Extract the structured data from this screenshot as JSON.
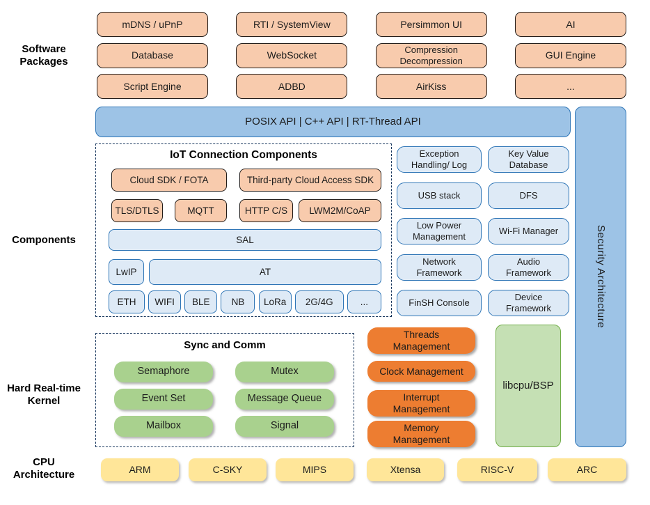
{
  "side_labels": {
    "software_packages": "Software Packages",
    "components": "Components",
    "kernel": "Hard Real-time Kernel",
    "cpu": "CPU Architecture"
  },
  "software_packages": {
    "items": [
      "mDNS / uPnP",
      "RTI / SystemView",
      "Persimmon UI",
      "AI",
      "Database",
      "WebSocket",
      "Compression\nDecompression",
      "GUI Engine",
      "Script Engine",
      "ADBD",
      "AirKiss",
      "..."
    ]
  },
  "api_bar": {
    "label": "POSIX API  |  C++ API  |  RT-Thread API"
  },
  "security_bar": {
    "label": "Security Architecture"
  },
  "iot": {
    "title": "IoT Connection Components",
    "sdk_row": [
      "Cloud SDK / FOTA",
      "Third-party Cloud Access SDK"
    ],
    "proto_row": [
      "TLS/DTLS",
      "MQTT",
      "HTTP C/S",
      "LWM2M/CoAP"
    ],
    "sal": "SAL",
    "lwip": "LwIP",
    "at": "AT",
    "links": [
      "ETH",
      "WIFI",
      "BLE",
      "NB",
      "LoRa",
      "2G/4G",
      "..."
    ]
  },
  "components_grid": {
    "items": [
      "Exception\nHandling/ Log",
      "Key Value\nDatabase",
      "USB stack",
      "DFS",
      "Low Power\nManagement",
      "Wi-Fi Manager",
      "Network\nFramework",
      "Audio\nFramework",
      "FinSH Console",
      "Device\nFramework"
    ]
  },
  "sync_comm": {
    "title": "Sync and Comm",
    "items": [
      "Semaphore",
      "Mutex",
      "Event Set",
      "Message Queue",
      "Mailbox",
      "Signal"
    ]
  },
  "kernel_mgmt": {
    "items": [
      "Threads\nManagement",
      "Clock Management",
      "Interrupt\nManagement",
      "Memory\nManagement"
    ]
  },
  "libcpu": {
    "label": "libcpu/BSP"
  },
  "cpu_arch": {
    "items": [
      "ARM",
      "C-SKY",
      "MIPS",
      "Xtensa",
      "RISC-V",
      "ARC"
    ]
  },
  "colors": {
    "package_fill": "#F8CBAD",
    "package_border": "#221C19",
    "blue_fill": "#9DC3E6",
    "blue_border": "#2E75B6",
    "lightblue_fill": "#DEEAF6",
    "green_fill": "#A9D18E",
    "lightgreen_fill": "#C5E0B4",
    "lightgreen_border": "#70AD47",
    "kernel_orange_fill": "#ED7D31",
    "yellow_fill": "#FFE699",
    "dashed_border": "#17365D"
  }
}
